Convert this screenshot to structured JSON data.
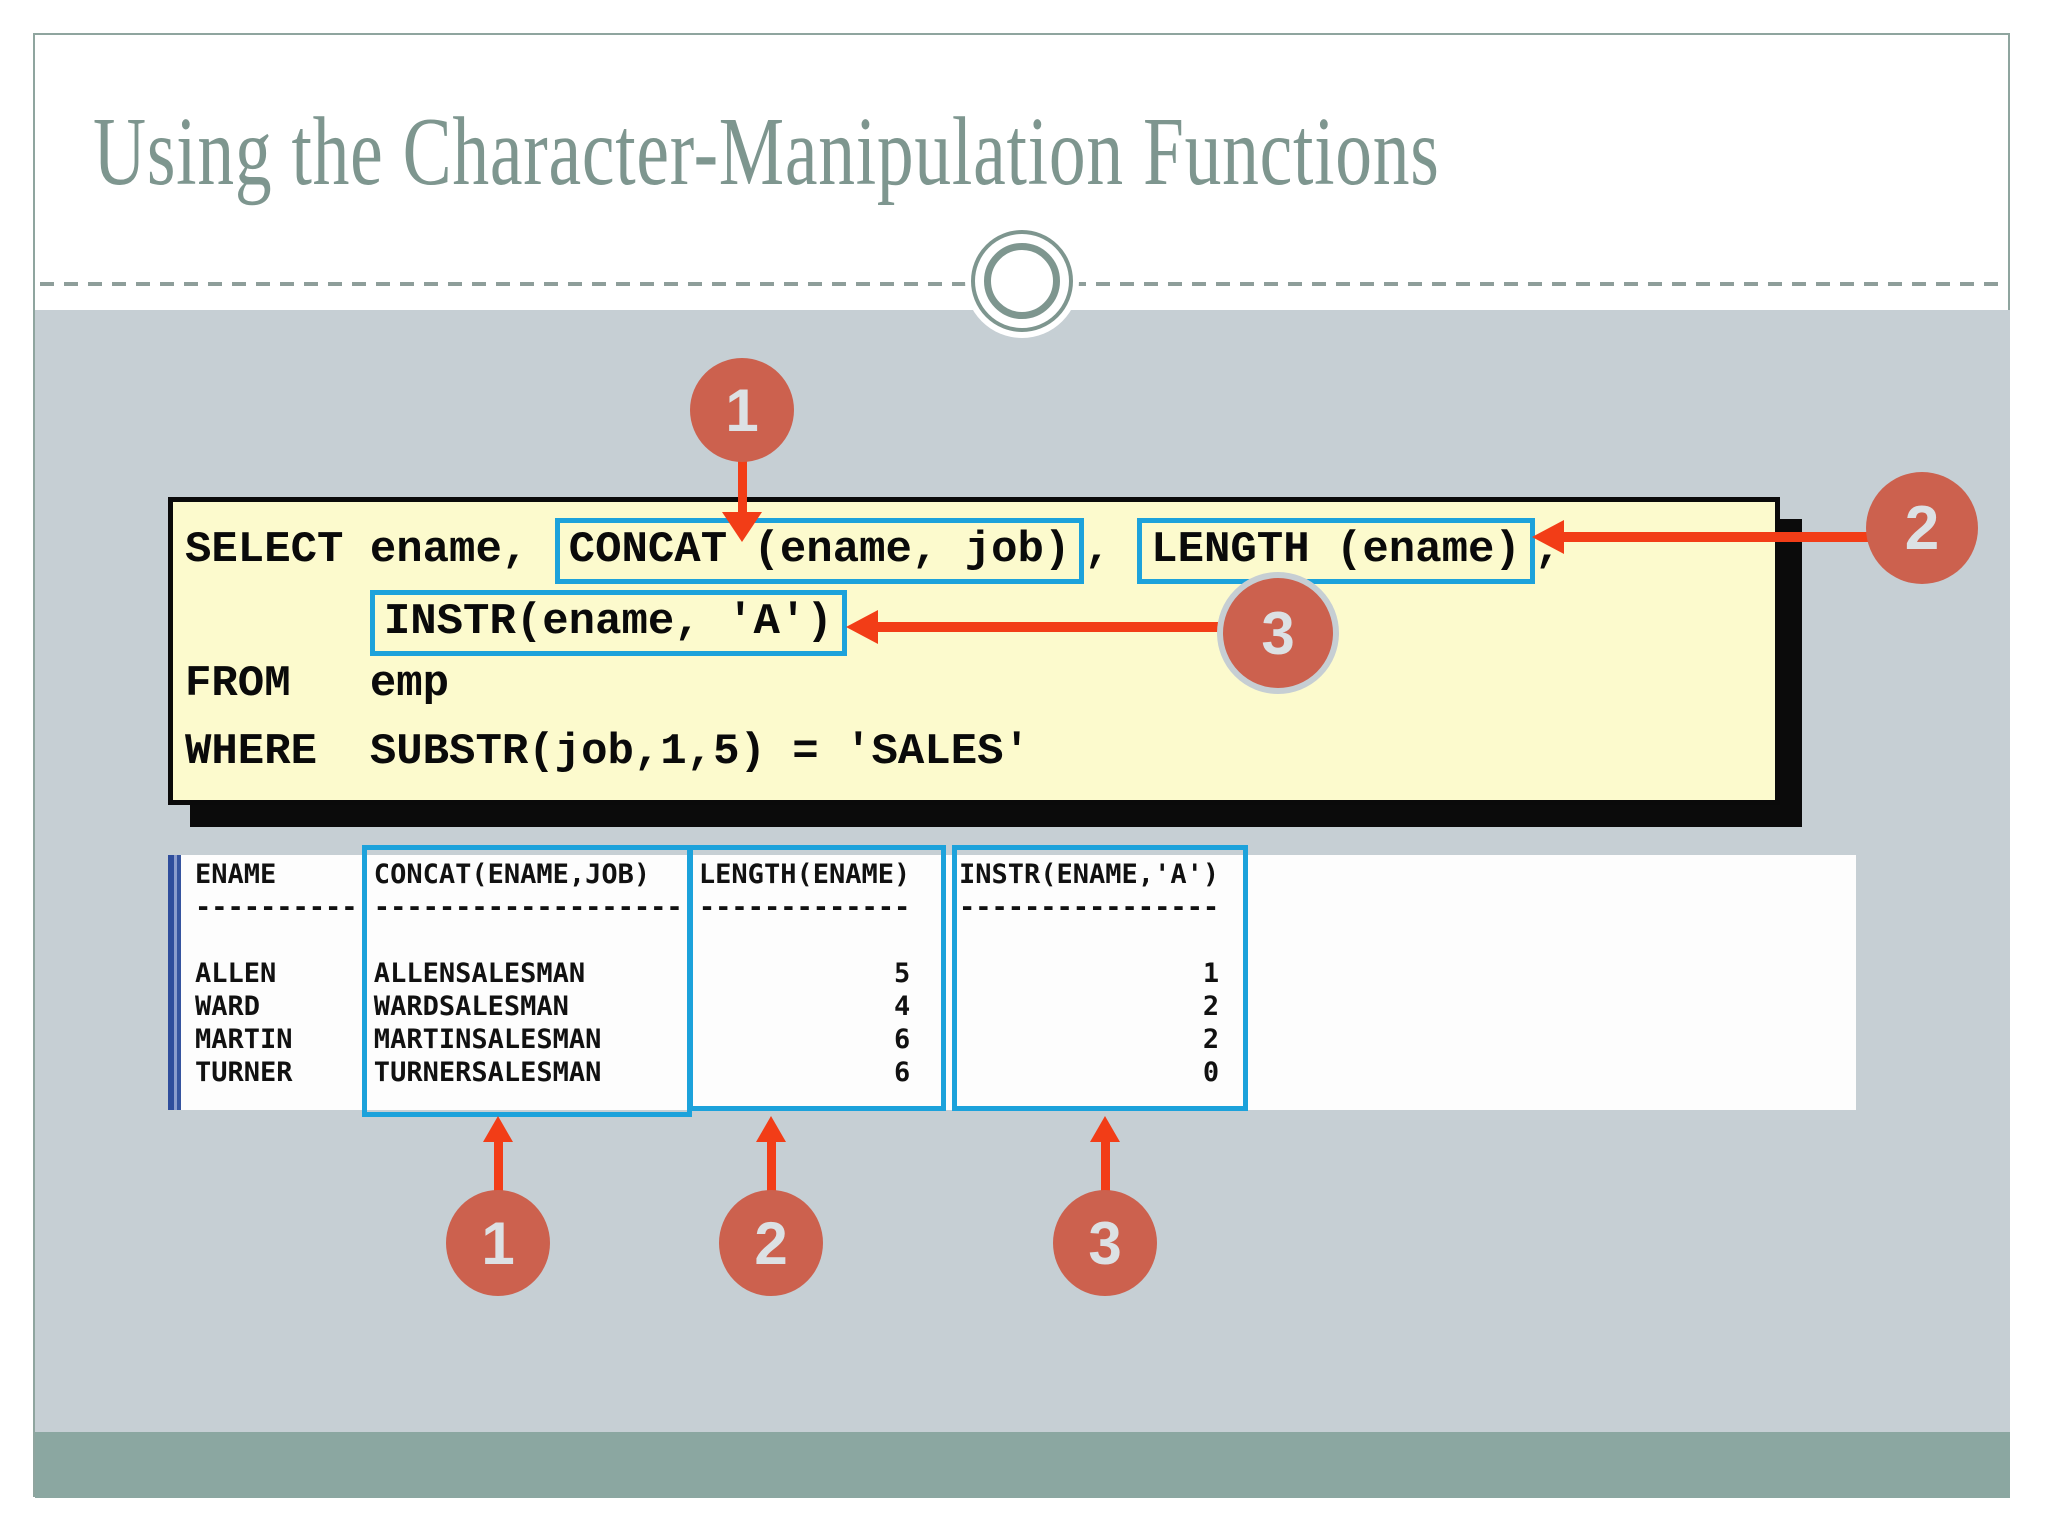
{
  "slide": {
    "title": "Using the Character-Manipulation Functions"
  },
  "colors": {
    "accent_blue": "#1ca2db",
    "arrow_red": "#f23d17",
    "badge_red": "#cc614e",
    "title_sage": "#7e968f",
    "content_gray": "#c6cfd4",
    "footer_sage": "#8ba7a1",
    "code_yellow": "#fcfacd"
  },
  "code": {
    "line1": {
      "prefix": "SELECT ename, ",
      "concat_expr": "CONCAT (ename, job)",
      "sep": ", ",
      "length_expr": "LENGTH (ename)",
      "comma": ","
    },
    "line2": {
      "indent": "       ",
      "instr_expr": "INSTR(ename, 'A')"
    },
    "line3": "FROM   emp",
    "line4": "WHERE  SUBSTR(job,1,5) = 'SALES'"
  },
  "badges": {
    "b1": "1",
    "b2": "2",
    "b3": "3"
  },
  "result": {
    "lines": [
      "ENAME      CONCAT(ENAME,JOB)   LENGTH(ENAME)   INSTR(ENAME,'A')",
      "---------- ------------------- -------------   ----------------",
      "",
      "ALLEN      ALLENSALESMAN                   5                  1",
      "WARD       WARDSALESMAN                    4                  2",
      "MARTIN     MARTINSALESMAN                  6                  2",
      "TURNER     TURNERSALESMAN                  6                  0"
    ]
  }
}
